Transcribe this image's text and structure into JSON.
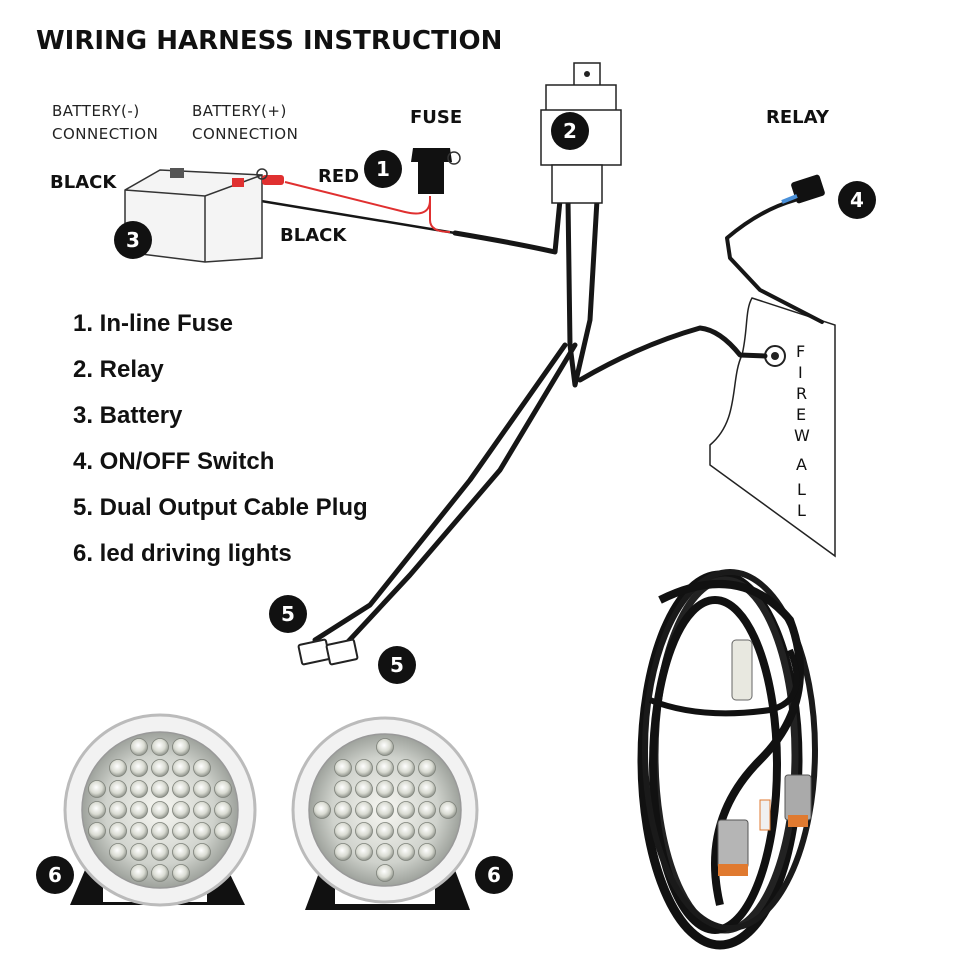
{
  "title": "WIRING HARNESS INSTRUCTION",
  "labels": {
    "battery_neg_line1": "BATTERY(-)",
    "battery_neg_line2": "CONNECTION",
    "battery_pos_line1": "BATTERY(+)",
    "battery_pos_line2": "CONNECTION",
    "fuse": "FUSE",
    "relay": "RELAY",
    "red": "RED",
    "black_left": "BLACK",
    "black_wire": "BLACK",
    "firewall": [
      "F",
      "I",
      "R",
      "E",
      "W",
      "A",
      "L",
      "L"
    ]
  },
  "badges": {
    "fuse": "1",
    "relay": "2",
    "battery": "3",
    "switch": "4",
    "plug_a": "5",
    "plug_b": "5",
    "light_left": "6",
    "light_right": "6"
  },
  "legend": [
    "1. In-line Fuse",
    "2. Relay",
    "3. Battery",
    "4. ON/OFF Switch",
    "5. Dual Output Cable Plug",
    "6. led driving lights"
  ],
  "colors": {
    "wire_black": "#161616",
    "wire_red": "#e03030",
    "badge": "#111111",
    "plug_orange": "#e07a30",
    "switch_blue": "#4a90d9"
  }
}
